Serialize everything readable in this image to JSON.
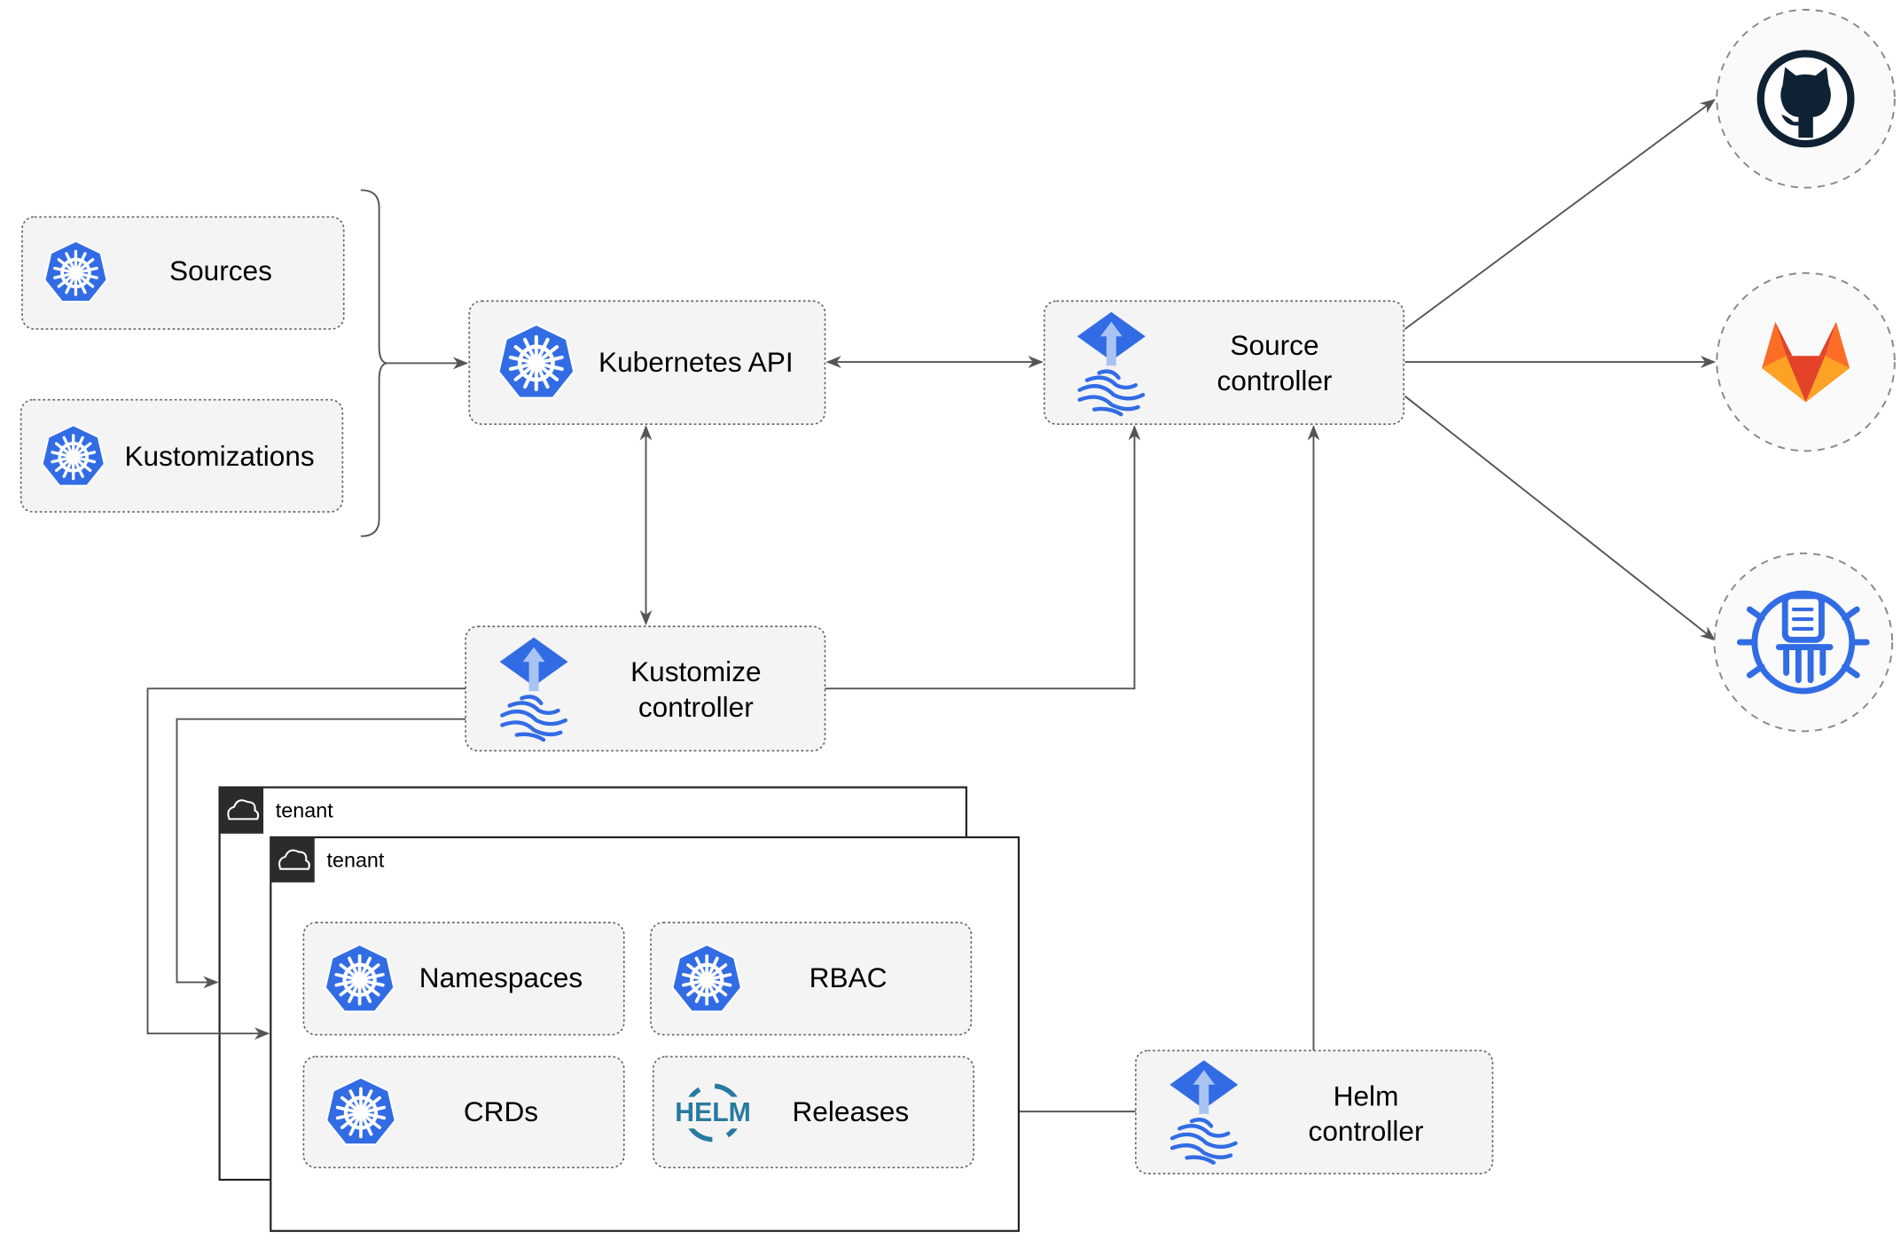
{
  "colors": {
    "kubernetes_blue": "#326ce5",
    "flux_blue": "#326ce5",
    "helm_blue": "#277a9f",
    "gitlab_orange": "#fc6d26",
    "github_dark": "#0f2233"
  },
  "inputs": {
    "sources": {
      "label": "Sources",
      "icon": "kubernetes-icon"
    },
    "kustomizations": {
      "label": "Kustomizations",
      "icon": "kubernetes-icon"
    }
  },
  "kubernetes_api": {
    "label": "Kubernetes API",
    "icon": "kubernetes-icon"
  },
  "source_controller": {
    "line1": "Source",
    "line2": "controller",
    "icon": "flux-icon"
  },
  "kustomize_controller": {
    "line1": "Kustomize",
    "line2": "controller",
    "icon": "flux-icon"
  },
  "helm_controller": {
    "line1": "Helm",
    "line2": "controller",
    "icon": "flux-icon"
  },
  "external_sources": [
    {
      "icon": "github-icon"
    },
    {
      "icon": "gitlab-icon"
    },
    {
      "icon": "bucket-icon"
    }
  ],
  "tenants": [
    {
      "label": "tenant",
      "icon": "cloud-icon"
    },
    {
      "label": "tenant",
      "icon": "cloud-icon"
    }
  ],
  "tenant_resources": {
    "namespaces": {
      "label": "Namespaces",
      "icon": "kubernetes-icon"
    },
    "rbac": {
      "label": "RBAC",
      "icon": "kubernetes-icon"
    },
    "crds": {
      "label": "CRDs",
      "icon": "kubernetes-icon"
    },
    "releases": {
      "label": "Releases",
      "icon": "helm-icon",
      "logo_text": "HELM"
    }
  }
}
